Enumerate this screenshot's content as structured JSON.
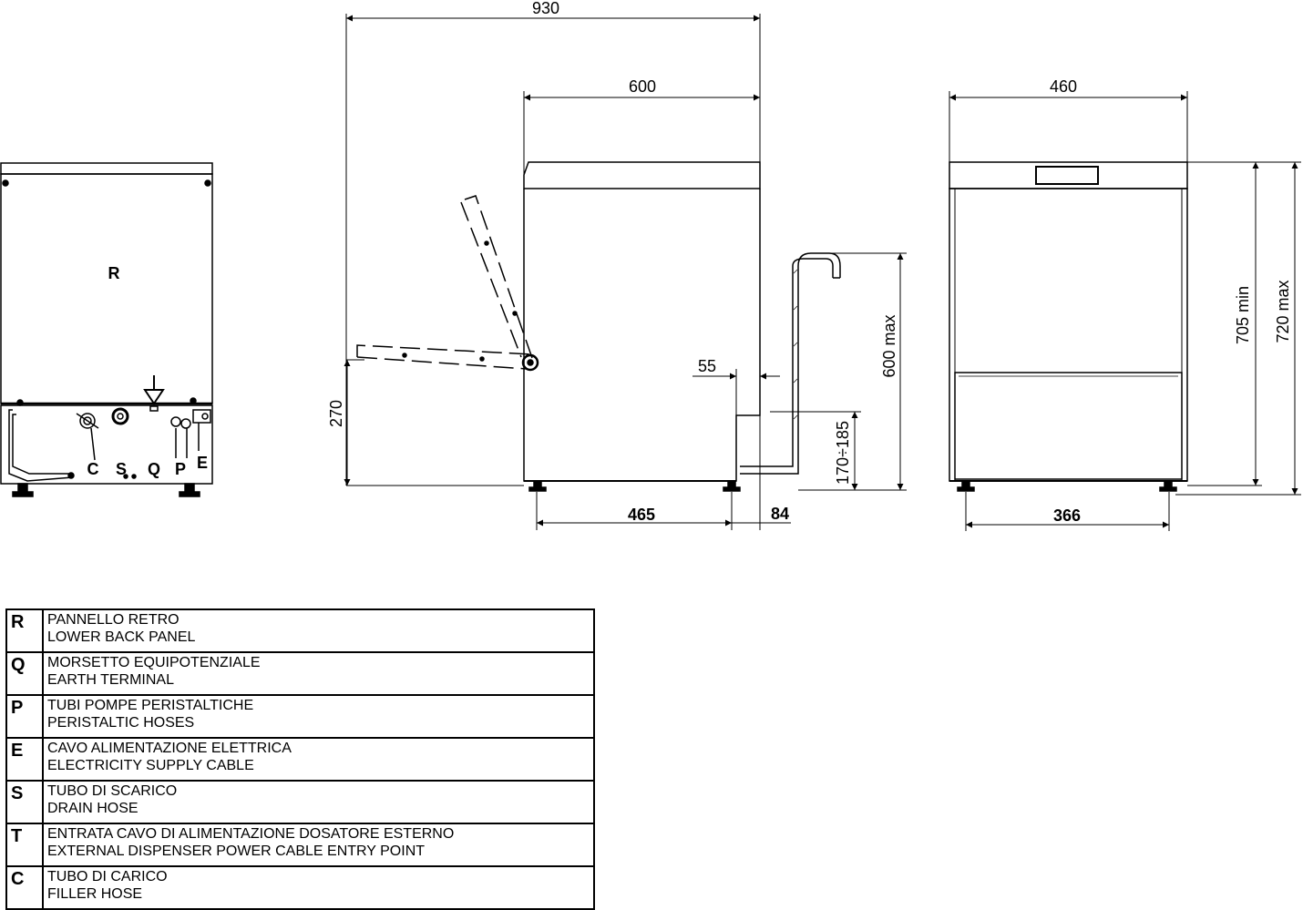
{
  "dimensions": {
    "total_depth": "930",
    "body_depth": "600",
    "front_width": "460",
    "door_height": "270",
    "drain_offset": "55",
    "drain_height_max": "600 max",
    "drain_outlet_height": "170÷185",
    "feet_spacing_depth": "465",
    "feet_rear_offset": "84",
    "feet_spacing_width": "366",
    "height_min": "705 min",
    "height_max": "720 max"
  },
  "rear_view_labels": {
    "panel": "R",
    "filler": "C",
    "drain": "S",
    "earth": "Q",
    "peristaltic": "P",
    "electric": "E"
  },
  "legend": [
    {
      "code": "R",
      "it": "PANNELLO RETRO",
      "en": "LOWER BACK PANEL"
    },
    {
      "code": "Q",
      "it": "MORSETTO EQUIPOTENZIALE",
      "en": "EARTH TERMINAL"
    },
    {
      "code": "P",
      "it": "TUBI POMPE PERISTALTICHE",
      "en": "PERISTALTIC HOSES"
    },
    {
      "code": "E",
      "it": "CAVO ALIMENTAZIONE ELETTRICA",
      "en": "ELECTRICITY SUPPLY CABLE"
    },
    {
      "code": "S",
      "it": "TUBO DI SCARICO",
      "en": "DRAIN HOSE"
    },
    {
      "code": "T",
      "it": "ENTRATA CAVO DI ALIMENTAZIONE DOSATORE ESTERNO",
      "en": "EXTERNAL DISPENSER POWER CABLE ENTRY POINT"
    },
    {
      "code": "C",
      "it": "TUBO DI CARICO",
      "en": "FILLER HOSE"
    }
  ],
  "icons": {
    "earth_arrow": "down-arrow-icon",
    "hinge": "hinge-icon"
  }
}
